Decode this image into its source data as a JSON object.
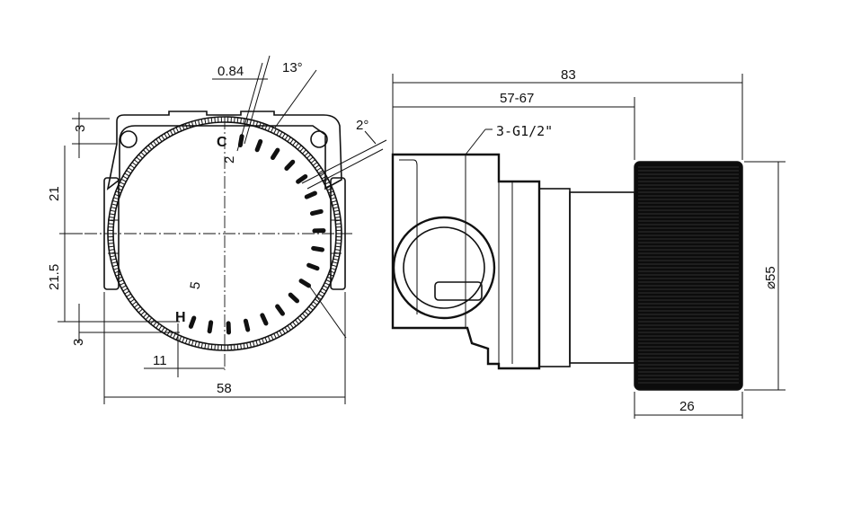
{
  "front_view": {
    "dims": {
      "d_3_top": "3",
      "d_21": "21",
      "d_21_5": "21.5",
      "d_3_bottom": "3",
      "d_11": "11",
      "d_58": "58",
      "d_0_84": "0.84",
      "d_13deg": "13°",
      "d_2deg": "2°",
      "d_2": "2",
      "d_5": "5"
    },
    "marks": {
      "cold": "C",
      "hot": "H"
    }
  },
  "side_view": {
    "dims": {
      "d_83": "83",
      "d_57_67": "57-67",
      "d_dia55": "⌀55",
      "d_26": "26"
    },
    "callout": "3-G1/2\""
  }
}
